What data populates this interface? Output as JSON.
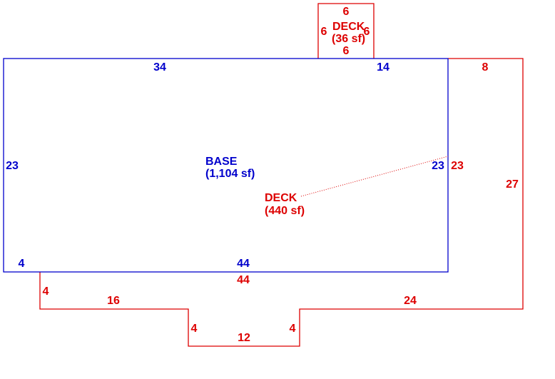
{
  "colors": {
    "base": "#0000cc",
    "deck": "#dd0000",
    "background": "#ffffff"
  },
  "base": {
    "name": "BASE",
    "area": "(1,104 sf)",
    "dims": {
      "top_left": "34",
      "top_right": "14",
      "left": "23",
      "right": "23",
      "bottom": "44",
      "bottom_left": "4"
    }
  },
  "small_deck": {
    "name": "DECK",
    "area": "(36 sf)",
    "dims": {
      "top": "6",
      "left": "6",
      "right": "6",
      "bottom": "6"
    }
  },
  "large_deck": {
    "name": "DECK",
    "area": "(440 sf)",
    "dims": {
      "top": "8",
      "right": "27",
      "left_inner": "23",
      "top_inner": "44",
      "left_step": "4",
      "bottom_left": "16",
      "notch_left": "4",
      "notch_bottom": "12",
      "notch_right": "4",
      "bottom_right": "24"
    }
  }
}
